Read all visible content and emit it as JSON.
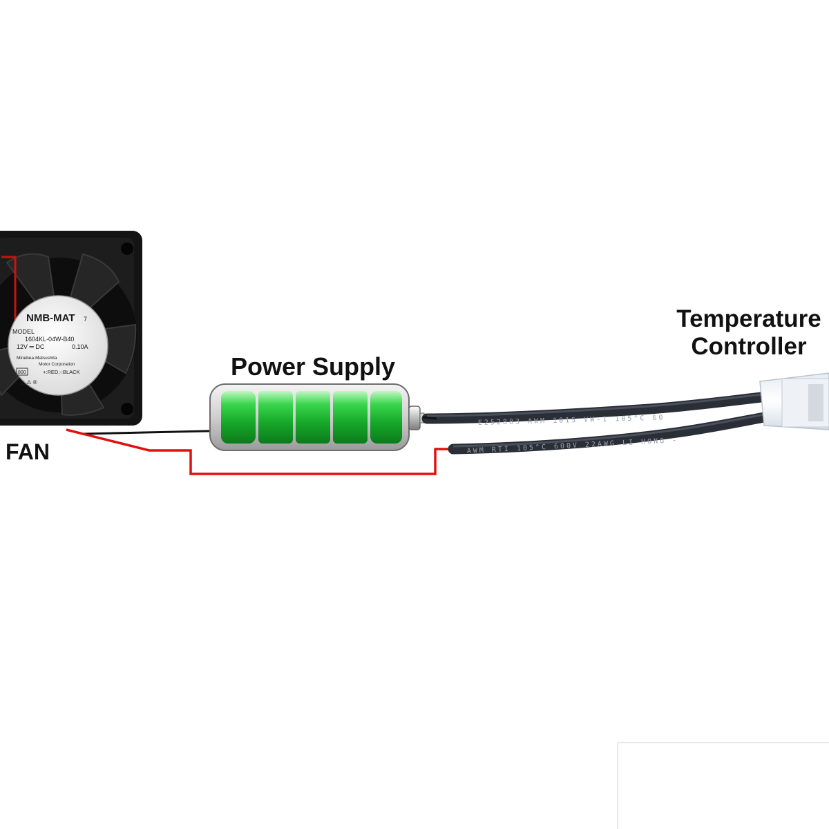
{
  "labels": {
    "power_supply": "Power Supply",
    "fan": "FAN",
    "temp_line1": "Temperature",
    "temp_line2": "Controller"
  },
  "fan_sticker": {
    "brand": "NMB-MAT",
    "brand_suffix": "7",
    "model_label": "MODEL",
    "model_number": "1604KL-04W-B40",
    "voltage": "12V ═ DC",
    "current": "0.10A",
    "maker_line1": "Minebea-Matsushita",
    "maker_line2": "Motor Corporation",
    "box_code": "800",
    "wires": "+:RED,-:BLACK"
  },
  "cable_print": {
    "upper": "E252883  AWM  1015  VW-1  105°C  60",
    "lower": "AWM  RTI  105°C  600V  22AWG  LI HONG  -"
  },
  "colors": {
    "battery_green": "#27c23a",
    "wire_red": "#e01010",
    "wire_black": "#111111",
    "cable": "#2a2e36"
  }
}
